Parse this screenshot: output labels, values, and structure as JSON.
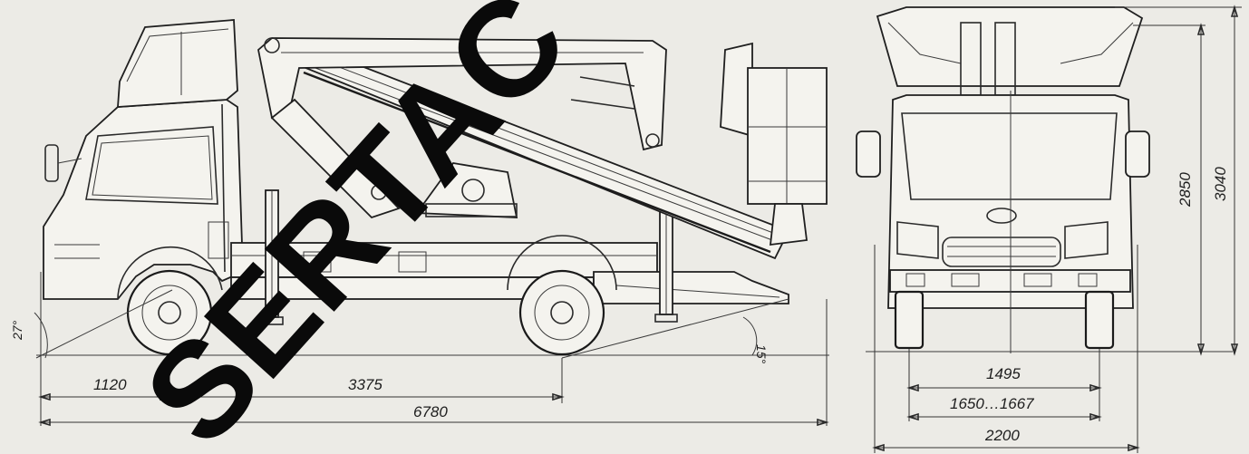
{
  "watermark": "SERTAC",
  "side_view": {
    "dims": {
      "front_overhang": "1120",
      "wheelbase": "3375",
      "overall_length": "6780",
      "approach_angle": "27°",
      "departure_angle": "15°"
    }
  },
  "front_view": {
    "dims": {
      "height_cab": "2850",
      "height_overall": "3040",
      "track_rear": "1495",
      "track_front": "1650…1667",
      "overall_width": "2200"
    }
  }
}
